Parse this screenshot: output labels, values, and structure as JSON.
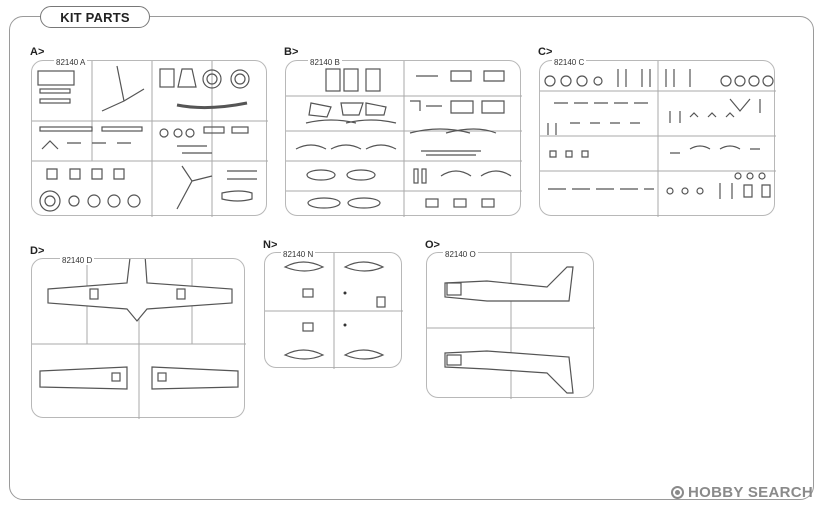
{
  "header": {
    "title": "KIT PARTS"
  },
  "sprues": {
    "a": {
      "letter": "A>",
      "code": "82140 A"
    },
    "b": {
      "letter": "B>",
      "code": "82140 B"
    },
    "c": {
      "letter": "C>",
      "code": "82140 C"
    },
    "d": {
      "letter": "D>",
      "code": "82140 D"
    },
    "n": {
      "letter": "N>",
      "code": "82140 N"
    },
    "o": {
      "letter": "O>",
      "code": "82140 O"
    }
  },
  "watermark": {
    "text": "HOBBY SEARCH",
    "icon": "hobbysearch-logo-icon"
  },
  "colors": {
    "line": "#9a9a9a",
    "part": "#555555",
    "frame": "#9a9a9a"
  }
}
